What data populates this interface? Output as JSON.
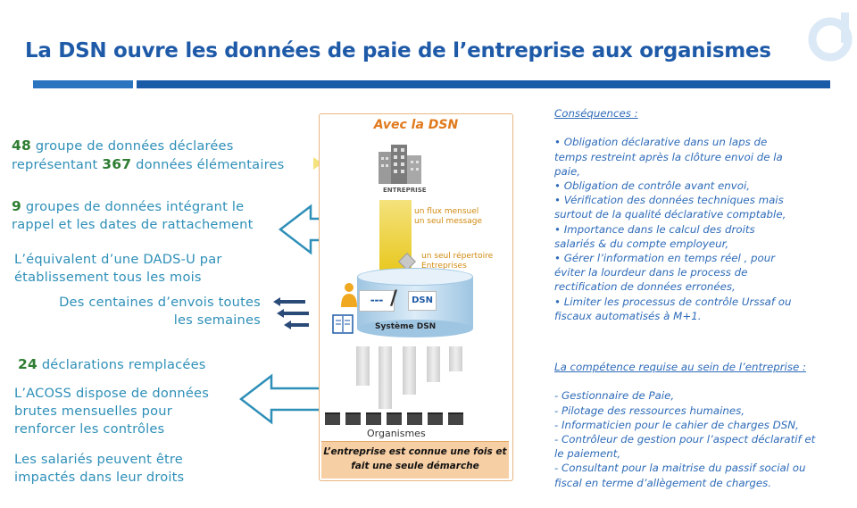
{
  "title": "La DSN ouvre les données de paie de l’entreprise aux organismes",
  "colors": {
    "title": "#1e5aa8",
    "left_text": "#2e8fb8",
    "number": "#2e7d32",
    "right_text": "#2e6bb8",
    "panel_accent": "#e07a1c",
    "callout_bg": "#f7cfa4"
  },
  "left": {
    "s1": {
      "n1": "48",
      "t1": " groupe de données déclarées",
      "t2": "représentant ",
      "n2": "367",
      "t3": " données élémentaires"
    },
    "s2": {
      "n1": "9",
      "t1": " groupes de données intégrant le",
      "t2": "rappel et les dates de rattachement"
    },
    "s3": {
      "l1": "L’équivalent d’une DADS-U  par",
      "l2": "établissement tous les mois"
    },
    "s4": {
      "l1": "Des centaines d’envois toutes",
      "l2": "les semaines"
    },
    "s5": {
      "n1": "24",
      "t1": " déclarations remplacées"
    },
    "s6": {
      "l1": "L’ACOSS dispose de données",
      "l2": "brutes mensuelles pour",
      "l3": "renforcer les contrôles"
    },
    "s7": {
      "l1": "Les salariés peuvent être",
      "l2": "impactés dans leur droits"
    }
  },
  "diagram": {
    "heading": "Avec la DSN",
    "entreprise": "ENTREPRISE",
    "flux1": "un flux mensuel",
    "flux2": "un seul message",
    "rep1": "un seul répertoire",
    "rep2": "Entreprises",
    "dsn_logo": "DSN",
    "systeme": "Système DSN",
    "organismes": "Organismes",
    "callout1": "L’entreprise est connue une fois et",
    "callout2": "fait une seule démarche"
  },
  "right": {
    "consequences_heading": "Conséquences :",
    "consequences": [
      "• Obligation déclarative dans un laps de",
      "temps restreint après la clôture envoi de la",
      "paie,",
      "• Obligation de contrôle avant envoi,",
      "• Vérification des données techniques mais",
      "surtout de la qualité déclarative comptable,",
      "• Importance dans le calcul des droits",
      "salariés & du compte employeur,",
      "• Gérer l’information en temps réel , pour",
      "éviter la lourdeur dans le process de",
      "rectification de données erronées,",
      "• Limiter les processus de contrôle Urssaf ou",
      "fiscaux automatisés à M+1."
    ],
    "competence_heading": "La compétence requise au sein de l’entreprise :",
    "competences": [
      "- Gestionnaire de Paie,",
      "- Pilotage des ressources humaines,",
      "- Informaticien pour le cahier de charges DSN,",
      "- Contrôleur de gestion pour l’aspect déclaratif et",
      "le paiement,",
      "- Consultant pour la maitrise du passif social ou",
      "fiscal en terme d’allègement de charges."
    ]
  }
}
